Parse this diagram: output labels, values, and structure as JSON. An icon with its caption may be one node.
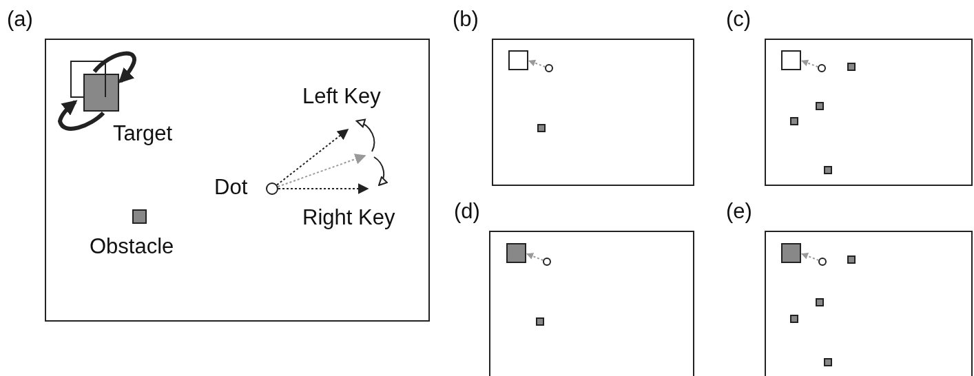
{
  "diagram": {
    "nodes": [
      {
        "text": [
          "(a)"
        ]
      },
      {
        "text": [],
        "shape": "box",
        "in": 0,
        "beside": [
          "Target"
        ]
      },
      {
        "text": [],
        "shape": "circle",
        "in": 0,
        "beside": [
          "Dot"
        ]
      },
      {
        "text": [],
        "shape": "box",
        "in": 0,
        "beside": [
          "Obstacle"
        ]
      },
      {
        "text": [
          "(b)"
        ]
      },
      {
        "text": [],
        "shape": "box",
        "in": 4
      },
      {
        "text": [],
        "shape": "circle",
        "in": 4
      },
      {
        "text": [],
        "shape": "box",
        "in": 4
      },
      {
        "text": [
          "(c)"
        ]
      },
      {
        "text": [],
        "shape": "box",
        "in": 8
      },
      {
        "text": [],
        "shape": "circle",
        "in": 8
      },
      {
        "text": [],
        "shape": "box",
        "in": 8
      },
      {
        "text": [],
        "shape": "box",
        "in": 8
      },
      {
        "text": [],
        "shape": "box",
        "in": 8
      },
      {
        "text": [],
        "shape": "box",
        "in": 8
      },
      {
        "text": [
          "(d)"
        ]
      },
      {
        "text": [],
        "shape": "box",
        "in": 15
      },
      {
        "text": [],
        "shape": "circle",
        "in": 15
      },
      {
        "text": [],
        "shape": "box",
        "in": 15
      },
      {
        "text": [
          "(e)"
        ]
      },
      {
        "text": [],
        "shape": "box",
        "in": 19
      },
      {
        "text": [],
        "shape": "circle",
        "in": 19
      },
      {
        "text": [],
        "shape": "box",
        "in": 19
      },
      {
        "text": [],
        "shape": "box",
        "in": 19
      },
      {
        "text": [],
        "shape": "box",
        "in": 19
      },
      {
        "text": [],
        "shape": "box",
        "in": 19
      }
    ],
    "edges": [
      {
        "from": 2,
        "to": null,
        "arrow": "to",
        "style": "dashed",
        "color": "#222222"
      },
      {
        "from": 2,
        "to": null,
        "arrow": "to",
        "style": "dashed",
        "color": "#999999"
      },
      {
        "from": 2,
        "to": null,
        "arrow": "to",
        "style": "dashed",
        "color": "#222222"
      },
      {
        "from": 6,
        "to": 5,
        "arrow": "to",
        "style": "dashed",
        "color": "#999999"
      },
      {
        "from": 10,
        "to": 9,
        "arrow": "to",
        "style": "dashed",
        "color": "#999999"
      },
      {
        "from": 17,
        "to": 16,
        "arrow": "to",
        "style": "dashed",
        "color": "#999999"
      },
      {
        "from": 21,
        "to": 20,
        "arrow": "to",
        "style": "dashed",
        "color": "#999999"
      }
    ],
    "labels": [
      "Left Key",
      "Right Key"
    ]
  }
}
